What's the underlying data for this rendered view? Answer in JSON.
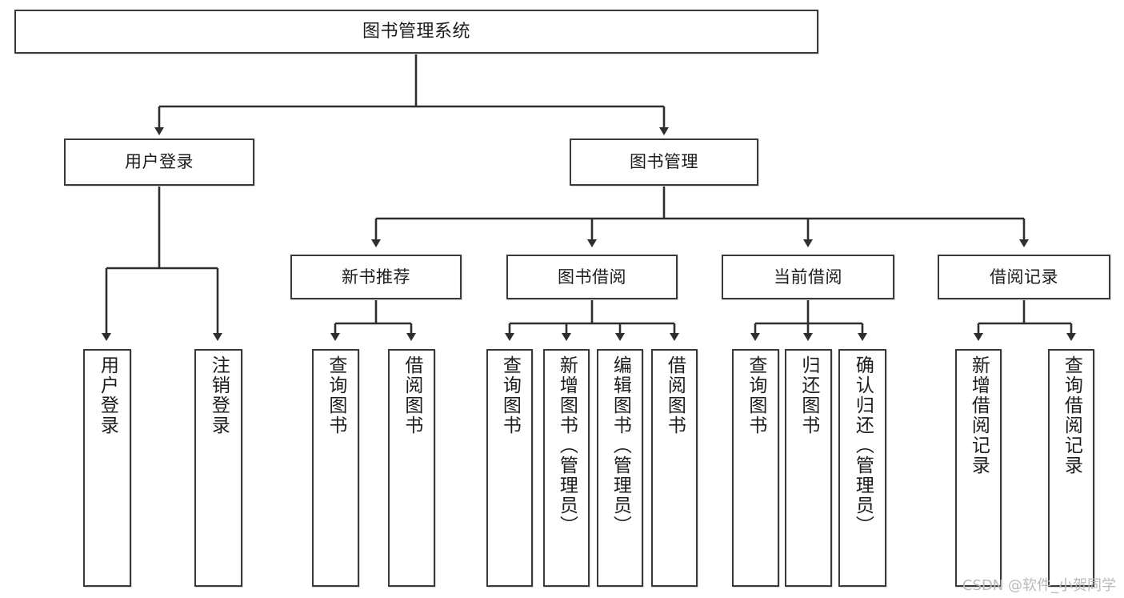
{
  "diagram": {
    "title": "图书管理系统",
    "type": "tree",
    "watermark": "CSDN @软件_小贺同学",
    "colors": {
      "stroke": "#3a3a3a",
      "text": "#1d1d1d",
      "background": "#ffffff",
      "watermark": "#b9b9b9"
    },
    "root": {
      "label": "图书管理系统"
    },
    "level1": [
      {
        "label": "用户登录"
      },
      {
        "label": "图书管理"
      }
    ],
    "level2": [
      {
        "label": "新书推荐"
      },
      {
        "label": "图书借阅"
      },
      {
        "label": "当前借阅"
      },
      {
        "label": "借阅记录"
      }
    ],
    "leaves": [
      {
        "label": "用户登录",
        "parent": "用户登录"
      },
      {
        "label": "注销登录",
        "parent": "用户登录"
      },
      {
        "label": "查询图书",
        "parent": "新书推荐"
      },
      {
        "label": "借阅图书",
        "parent": "新书推荐"
      },
      {
        "label": "查询图书",
        "parent": "图书借阅"
      },
      {
        "label": "新增图书（管理员）",
        "parent": "图书借阅"
      },
      {
        "label": "编辑图书（管理员）",
        "parent": "图书借阅"
      },
      {
        "label": "借阅图书",
        "parent": "图书借阅"
      },
      {
        "label": "查询图书",
        "parent": "当前借阅"
      },
      {
        "label": "归还图书",
        "parent": "当前借阅"
      },
      {
        "label": "确认归还（管理员）",
        "parent": "当前借阅"
      },
      {
        "label": "新增借阅记录",
        "parent": "借阅记录"
      },
      {
        "label": "查询借阅记录",
        "parent": "借阅记录"
      }
    ]
  }
}
